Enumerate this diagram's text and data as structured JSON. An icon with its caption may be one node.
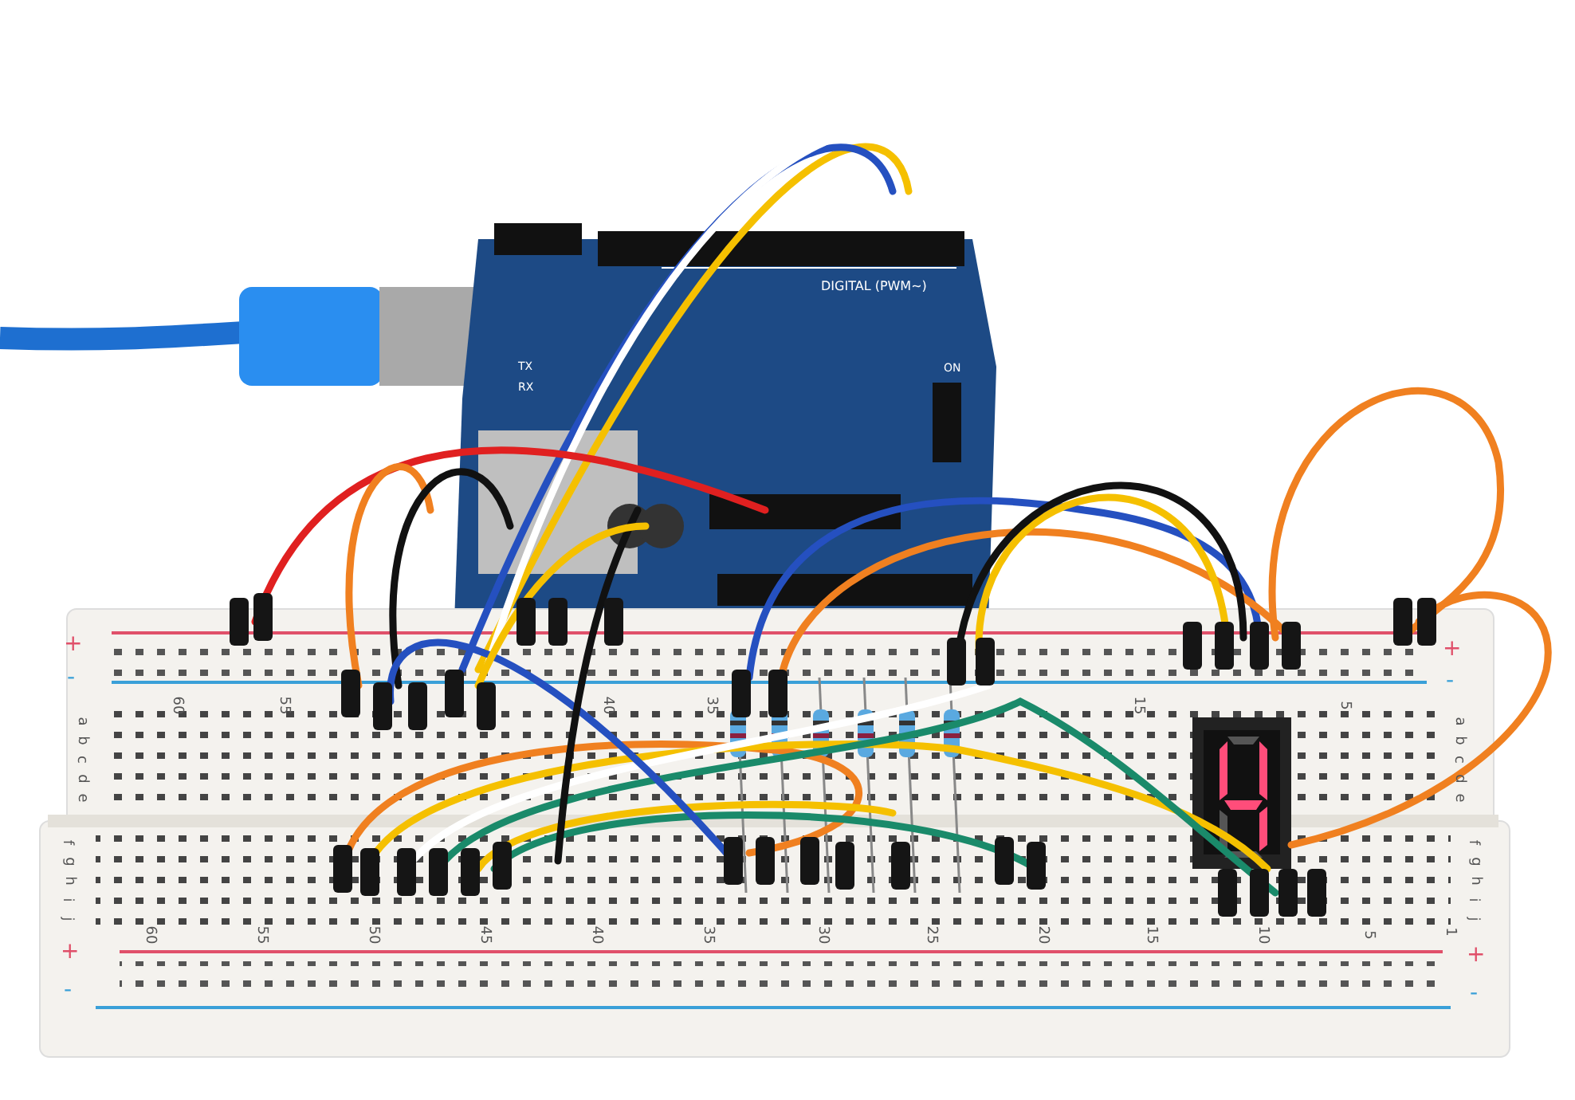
{
  "diagram": {
    "labels": [
      "DIGITAL (PWM~)",
      "TX",
      "RX",
      "ON",
      "+",
      "-",
      "+",
      "-",
      "60",
      "55",
      "40",
      "35",
      "15",
      "5",
      "a",
      "b",
      "c",
      "d",
      "e",
      "a",
      "b",
      "c",
      "d",
      "e",
      "f",
      "g",
      "h",
      "i",
      "j",
      "60",
      "55",
      "50",
      "45",
      "40",
      "35",
      "30",
      "25",
      "20",
      "15",
      "10",
      "5",
      "1",
      "f",
      "g",
      "h",
      "i",
      "j",
      "+",
      "-",
      "+",
      "-"
    ]
  }
}
